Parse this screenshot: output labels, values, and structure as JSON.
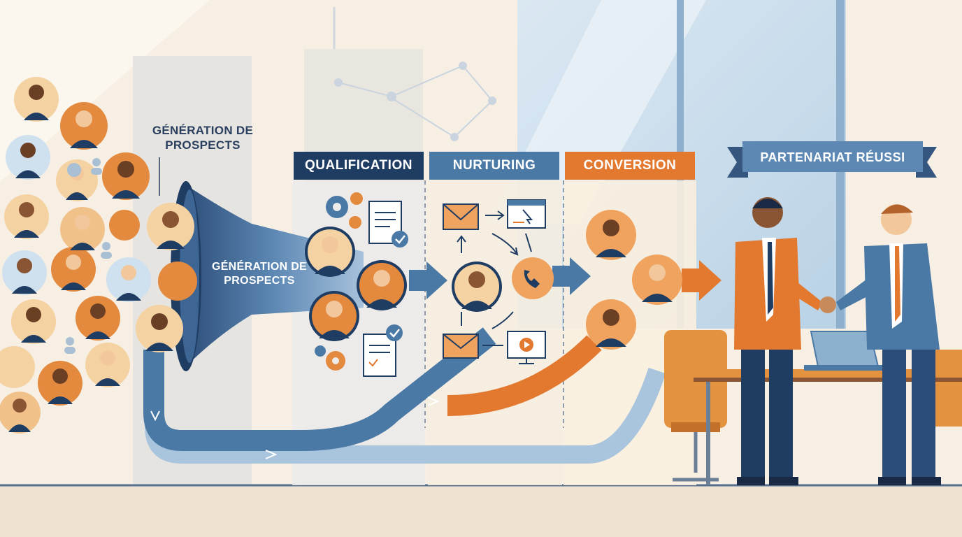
{
  "labels": {
    "generation_top": "GÉNÉRATION DE PROSPECTS",
    "generation_funnel": "GÉNÉRATION DE PROSPECTS"
  },
  "stages": [
    {
      "label": "QUALIFICATION",
      "color": "#1f3c63"
    },
    {
      "label": "NURTURING",
      "color": "#4a79a6"
    },
    {
      "label": "CONVERSION",
      "color": "#e3782f"
    }
  ],
  "banner": {
    "label": "PARTENARIAT RÉUSSI"
  },
  "icons": [
    "gear-icon",
    "document-check-icon",
    "envelope-icon",
    "monitor-cursor-icon",
    "phone-icon",
    "video-monitor-icon",
    "person-icon",
    "laptop-icon"
  ],
  "colors": {
    "navy": "#1f3c63",
    "blue": "#4a79a6",
    "light_blue": "#a9c4dd",
    "orange": "#e3782f",
    "cream": "#f7efe3"
  }
}
